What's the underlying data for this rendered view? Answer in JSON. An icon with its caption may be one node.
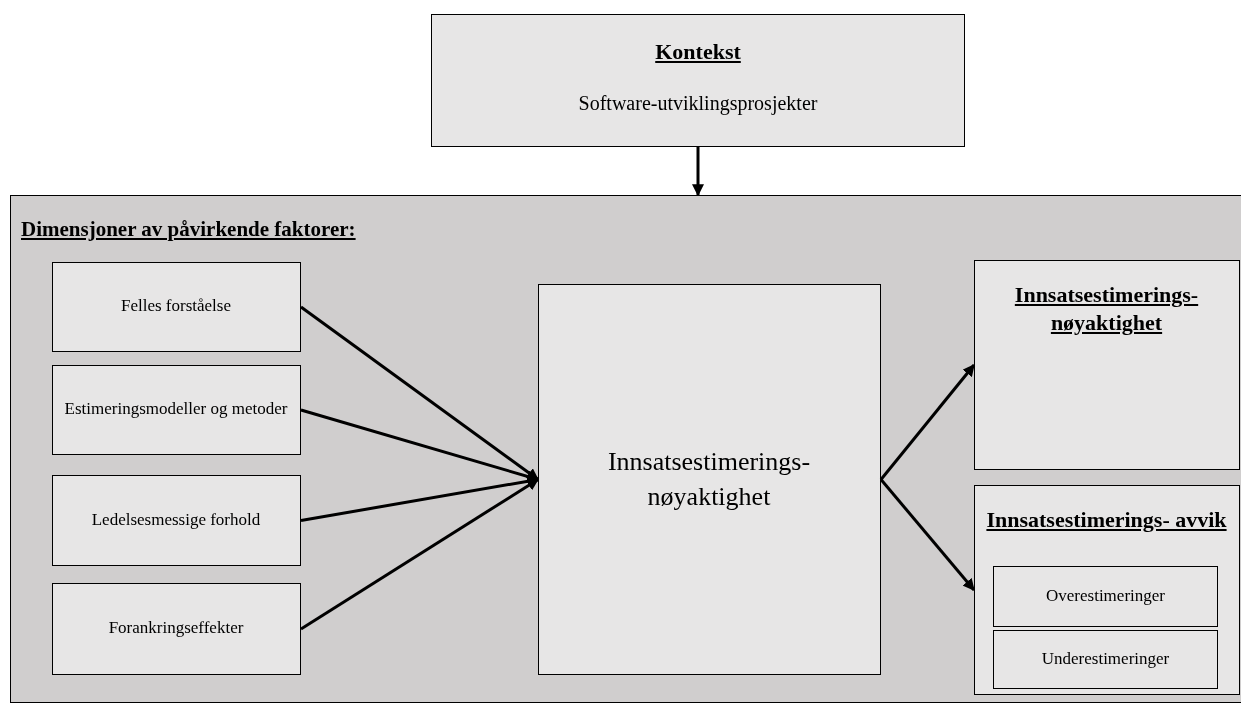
{
  "diagram": {
    "nodes": [
      {
        "text": [
          "Kontekst",
          "Software-utviklingsprosjekter"
        ]
      },
      {
        "text": [
          "Dimensjoner av påvirkende faktorer:"
        ]
      },
      {
        "text": [
          "Felles forståelse"
        ],
        "in": 1
      },
      {
        "text": [
          "Estimeringsmodeller og metoder"
        ],
        "in": 1
      },
      {
        "text": [
          "Ledelsesmessige forhold"
        ],
        "in": 1
      },
      {
        "text": [
          "Forankringseffekter"
        ],
        "in": 1
      },
      {
        "text": [
          "Innsatsestimerings- nøyaktighet"
        ],
        "in": 1
      },
      {
        "text": [
          "Innsatsestimerings- nøyaktighet"
        ],
        "in": 1
      },
      {
        "text": [
          "Innsatsestimerings- avvik"
        ],
        "in": 1
      },
      {
        "text": [
          "Overestimeringer"
        ],
        "in": 8
      },
      {
        "text": [
          "Underestimeringer"
        ],
        "in": 8
      }
    ],
    "edges": [
      {
        "from": 0,
        "to": 1,
        "arrow": "to"
      },
      {
        "from": 2,
        "to": 6,
        "arrow": "to"
      },
      {
        "from": 3,
        "to": 6,
        "arrow": "to"
      },
      {
        "from": 4,
        "to": 6,
        "arrow": "to"
      },
      {
        "from": 5,
        "to": 6,
        "arrow": "to"
      },
      {
        "from": 6,
        "to": 7,
        "arrow": "to"
      },
      {
        "from": 6,
        "to": 8,
        "arrow": "to"
      }
    ]
  }
}
